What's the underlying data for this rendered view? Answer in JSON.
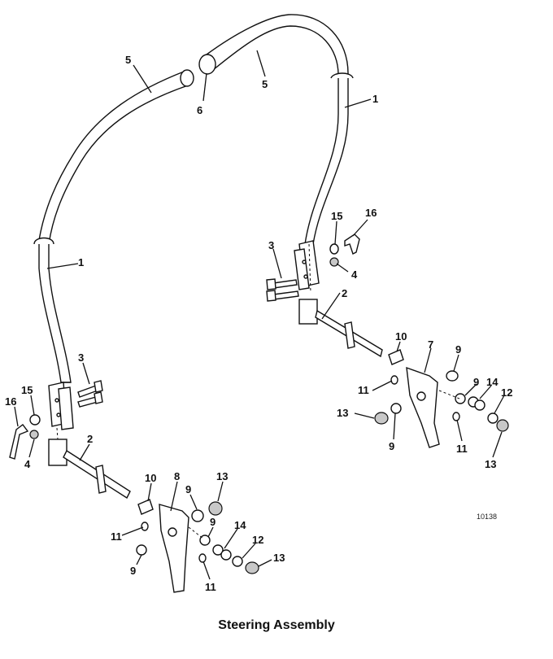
{
  "caption": "Steering Assembly",
  "figure_number": "10138",
  "callouts": {
    "left_grip_5": "5",
    "right_grip_5": "5",
    "end_6": "6",
    "right_lever_1": "1",
    "left_lever_1": "1",
    "right_bolt_3": "3",
    "right_washer_15": "15",
    "right_knob_16": "16",
    "right_nut_4": "4",
    "right_shaft_2": "2",
    "right_bushing_10": "10",
    "right_bracket_7": "7",
    "right_bolt_9a": "9",
    "right_screw_11a": "11",
    "right_washer_14": "14",
    "right_washer_12": "12",
    "right_nut_13a": "13",
    "right_washer_9b": "9",
    "right_screw_11b": "11",
    "right_nut_13b": "13",
    "left_bolt_3": "3",
    "left_washer_15": "15",
    "left_knob_16": "16",
    "left_nut_4": "4",
    "left_shaft_2": "2",
    "left_bushing_10": "10",
    "left_bracket_8": "8",
    "left_nut_13a": "13",
    "left_bolt_9a": "9",
    "left_bolt_9b": "9",
    "left_screw_11a": "11",
    "left_washer_14": "14",
    "left_washer_12": "12",
    "left_nut_13b": "13",
    "left_washer_9c": "9",
    "left_screw_11b": "11"
  }
}
